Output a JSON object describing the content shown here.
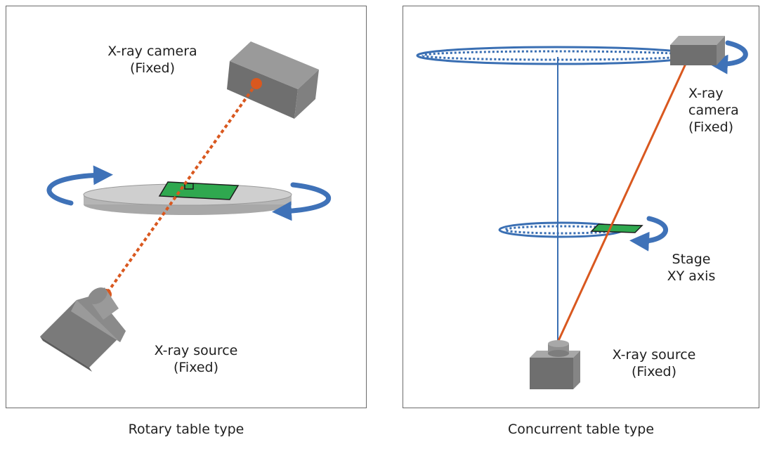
{
  "left_panel": {
    "caption": "Rotary table type",
    "camera_label": {
      "line1": "X-ray camera",
      "line2": "(Fixed)"
    },
    "source_label": {
      "line1": "X-ray source",
      "line2": "(Fixed)"
    }
  },
  "right_panel": {
    "caption": "Concurrent table type",
    "camera_label": {
      "line1": "X-ray",
      "line2": "camera",
      "line3": "(Fixed)"
    },
    "stage_label": {
      "line1": "Stage",
      "line2": "XY axis"
    },
    "source_label": {
      "line1": "X-ray source",
      "line2": "(Fixed)"
    }
  },
  "colors": {
    "beam": "#d9581f",
    "orbit": "#3a6fb3",
    "arrow": "#3f72b8",
    "device_top": "#9a9a9a",
    "device_side": "#6f6f6f",
    "device_front": "#808080",
    "table": "#c9c9c9",
    "board": "#2fa84f"
  }
}
